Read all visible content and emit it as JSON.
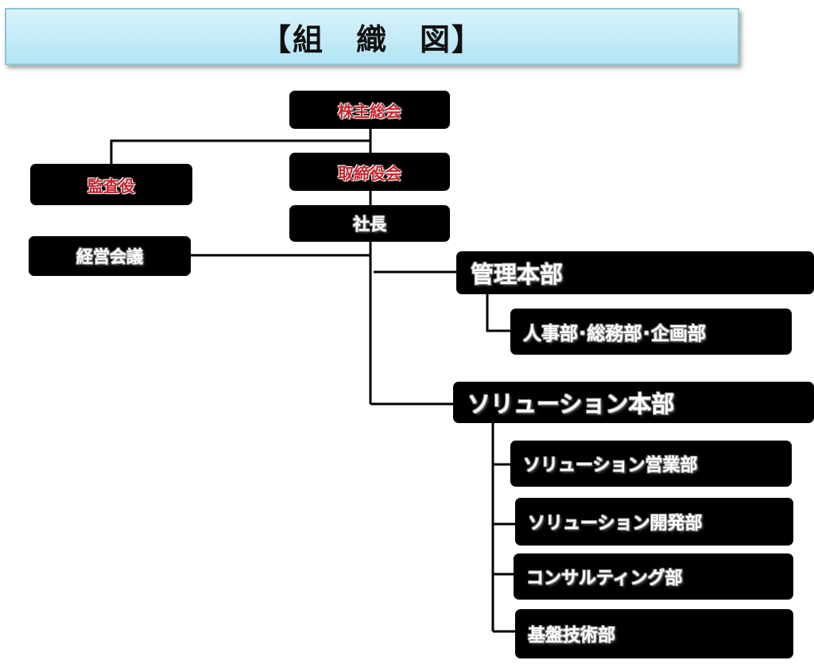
{
  "title": "【組　織　図】",
  "nodes": {
    "shareholders": "株主総会",
    "auditor": "監査役",
    "board": "取締役会",
    "president": "社長",
    "management_meeting": "経営会議",
    "admin_hq": "管理本部",
    "admin_depts": "人事部･総務部･企画部",
    "solution_hq": "ソリューション本部",
    "solution_sales": "ソリューション営業部",
    "solution_dev": "ソリューション開発部",
    "consulting": "コンサルティング部",
    "infra_tech": "基盤技術部"
  },
  "colors": {
    "banner": "#b2e4f3",
    "box": "#000000",
    "red_label": "#c8242b",
    "white_label": "#ffffff"
  }
}
